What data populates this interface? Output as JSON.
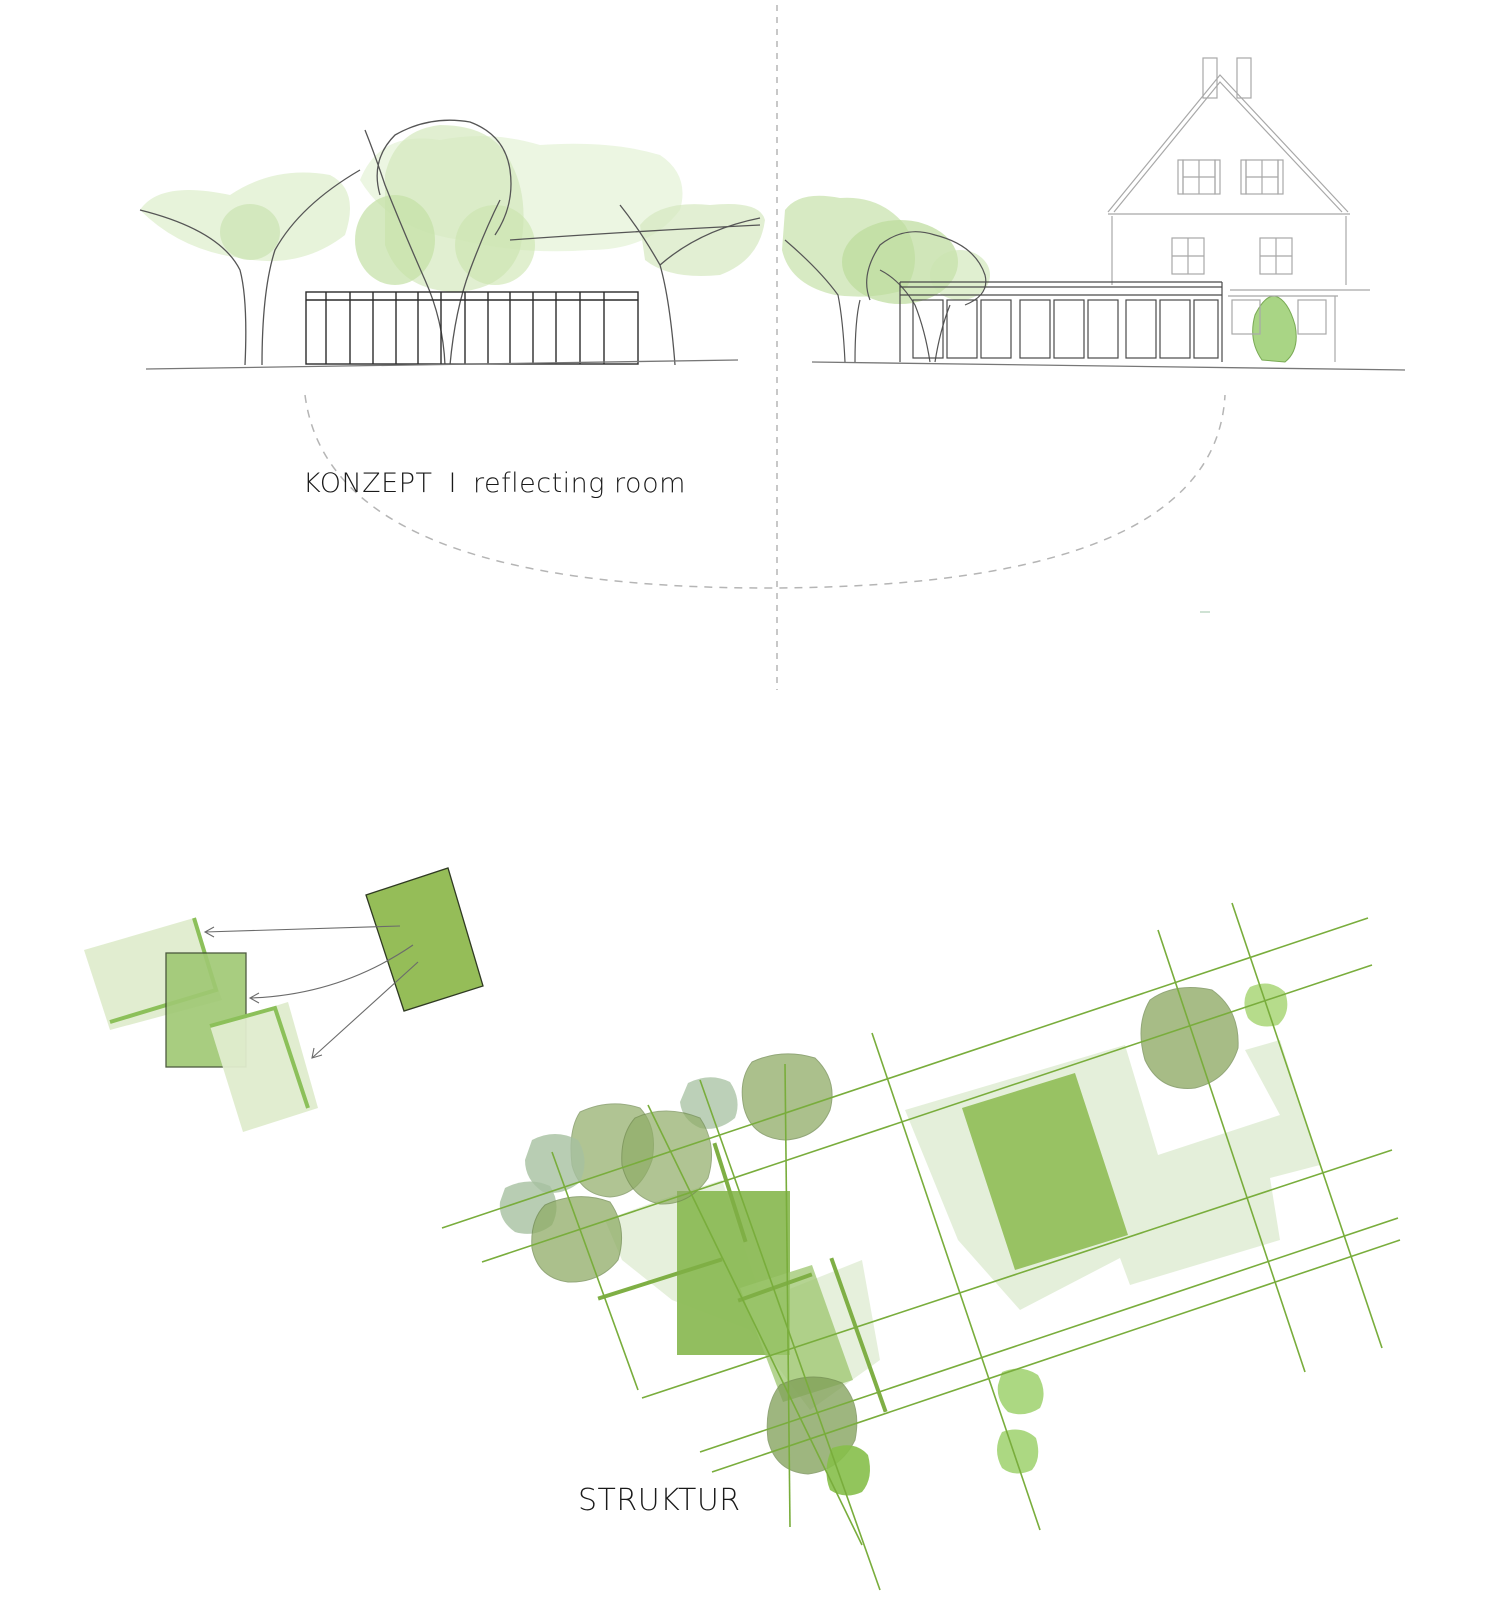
{
  "concept": {
    "title_main": "KONZEPT",
    "title_separator": "I",
    "title_sub": "reflecting room"
  },
  "structure": {
    "title": "STRUKTUR"
  },
  "colors": {
    "line": "#3a3a3a",
    "light_line": "#9a9a9a",
    "tree_light": "#c9e3ae",
    "green_dark": "#7fa84a",
    "green_mid": "#9cc26a",
    "green_pale": "#dfeccd",
    "grid_line": "#79ad3c",
    "tree_sage": "#8aa56a",
    "tree_grey": "#9dbb9a"
  }
}
